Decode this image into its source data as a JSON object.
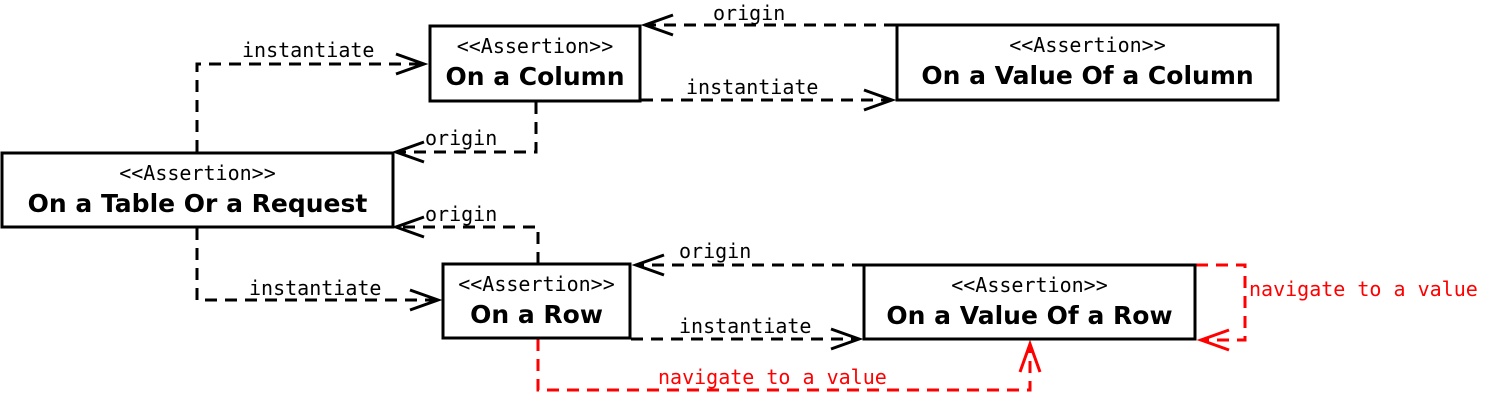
{
  "nodes": {
    "table_or_request": {
      "stereotype": "<<Assertion>>",
      "name": "On a Table Or a Request"
    },
    "column": {
      "stereotype": "<<Assertion>>",
      "name": "On a Column"
    },
    "value_of_column": {
      "stereotype": "<<Assertion>>",
      "name": "On a Value Of a Column"
    },
    "row": {
      "stereotype": "<<Assertion>>",
      "name": "On a Row"
    },
    "value_of_row": {
      "stereotype": "<<Assertion>>",
      "name": "On a Value Of a Row"
    }
  },
  "edges": {
    "table_to_column": "instantiate",
    "column_to_table": "origin",
    "column_to_value_of_column": "instantiate",
    "value_of_column_to_column": "origin",
    "row_to_table": "origin",
    "table_to_row": "instantiate",
    "value_of_row_to_row": "origin",
    "row_to_value_of_row": "instantiate",
    "value_of_row_self_nav": "navigate to a value",
    "row_nav_to_value_of_row": "navigate to a value"
  },
  "colors": {
    "default": "#000000",
    "navigation": "#ff0000"
  }
}
